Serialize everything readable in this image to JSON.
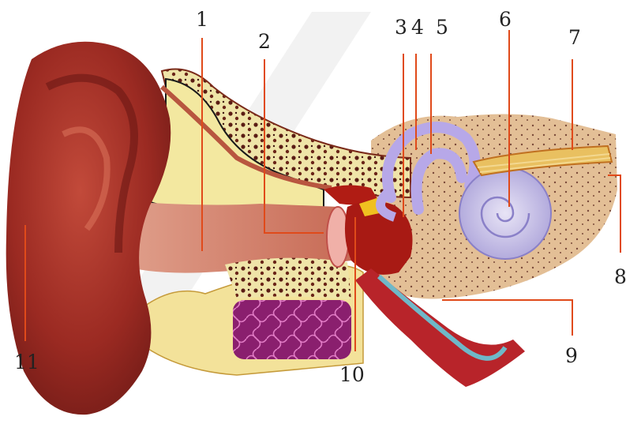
{
  "diagram": {
    "labels": [
      {
        "id": "n1",
        "text": "1"
      },
      {
        "id": "n2",
        "text": "2"
      },
      {
        "id": "n3",
        "text": "3"
      },
      {
        "id": "n4",
        "text": "4"
      },
      {
        "id": "n5",
        "text": "5"
      },
      {
        "id": "n6",
        "text": "6"
      },
      {
        "id": "n7",
        "text": "7"
      },
      {
        "id": "n8",
        "text": "8"
      },
      {
        "id": "n9",
        "text": "9"
      },
      {
        "id": "n10",
        "text": "10"
      },
      {
        "id": "n11",
        "text": "11"
      }
    ]
  }
}
